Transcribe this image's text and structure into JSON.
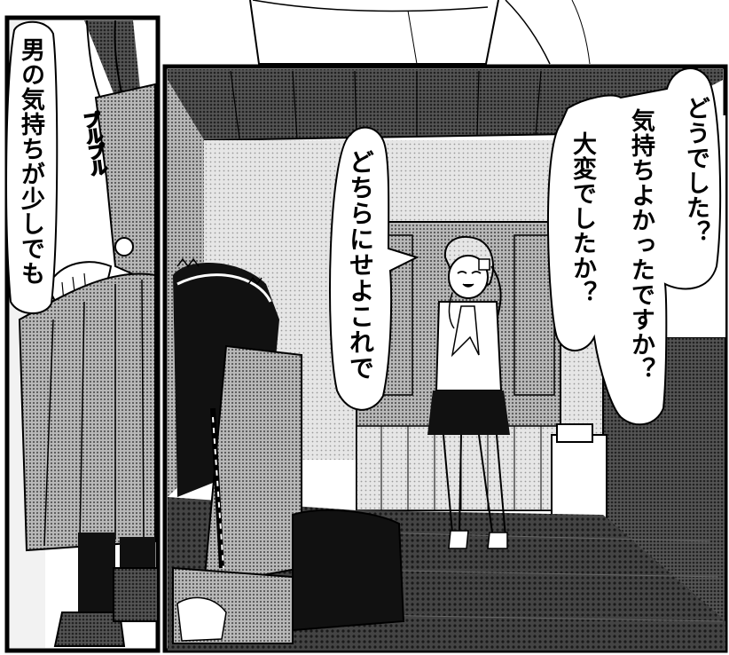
{
  "panels": {
    "left": {
      "bubble_text": "男の気持ちが少しでも",
      "sfx_text": "プルプル"
    },
    "right": {
      "bubble_center": {
        "lines": [
          "どちらにせよこれで"
        ]
      },
      "bubble_right": {
        "lines": [
          "どうでした？",
          "気持ちよかったですか？",
          "大変でしたか？"
        ]
      }
    }
  },
  "colors": {
    "ink": "#000000",
    "paper": "#ffffff",
    "screentone_dark": "#3a3a3a",
    "screentone_mid": "#8a8a8a",
    "screentone_light": "#cfcfcf"
  }
}
